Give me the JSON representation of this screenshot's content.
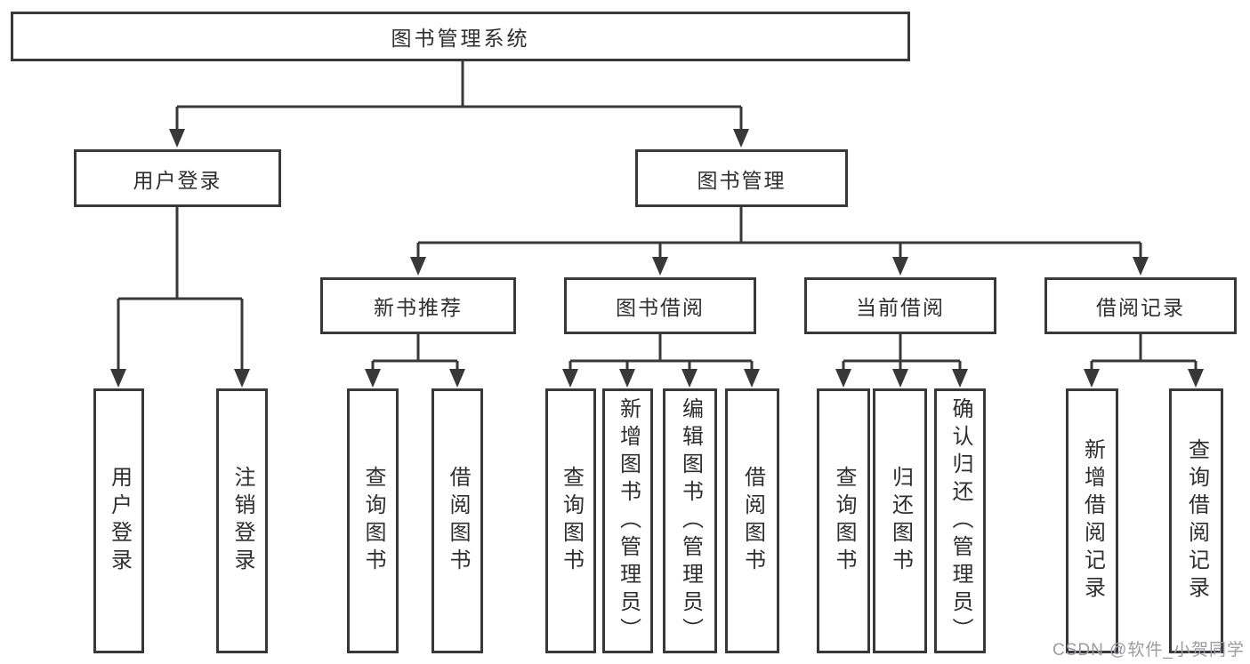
{
  "diagram": {
    "root": {
      "label": "图书管理系统"
    },
    "level2": [
      {
        "label": "用户登录"
      },
      {
        "label": "图书管理"
      }
    ],
    "level3": [
      {
        "label": "新书推荐",
        "parent": "图书管理"
      },
      {
        "label": "图书借阅",
        "parent": "图书管理"
      },
      {
        "label": "当前借阅",
        "parent": "图书管理"
      },
      {
        "label": "借阅记录",
        "parent": "图书管理"
      }
    ],
    "leaves": [
      {
        "label": "用户登录",
        "parent": "用户登录"
      },
      {
        "label": "注销登录",
        "parent": "用户登录"
      },
      {
        "label": "查询图书",
        "parent": "新书推荐"
      },
      {
        "label": "借阅图书",
        "parent": "新书推荐"
      },
      {
        "label": "查询图书",
        "parent": "图书借阅"
      },
      {
        "label": "新增图书（管理员）",
        "parent": "图书借阅"
      },
      {
        "label": "编辑图书（管理员）",
        "parent": "图书借阅"
      },
      {
        "label": "借阅图书",
        "parent": "图书借阅"
      },
      {
        "label": "查询图书",
        "parent": "当前借阅"
      },
      {
        "label": "归还图书",
        "parent": "当前借阅"
      },
      {
        "label": "确认归还（管理员）",
        "parent": "当前借阅"
      },
      {
        "label": "新增借阅记录",
        "parent": "借阅记录"
      },
      {
        "label": "查询借阅记录",
        "parent": "借阅记录"
      }
    ],
    "watermark": "CSDN @软件_小贺同学",
    "colors": {
      "line": "#383838",
      "text": "#2f2f2f",
      "box_background": "#ffffff",
      "page_background": "#ffffff",
      "watermark": "#9b9ba1"
    }
  }
}
